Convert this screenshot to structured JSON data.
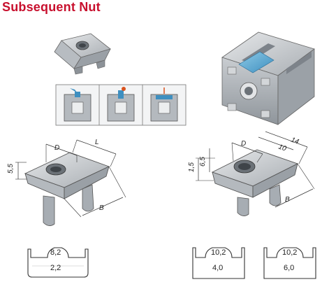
{
  "title": "Subsequent Nut",
  "left_drawing": {
    "dims": [
      "5,5",
      "D",
      "L",
      "B"
    ]
  },
  "right_drawing": {
    "dims": [
      "1,5",
      "6,5",
      "D",
      "10",
      "14",
      "B"
    ]
  },
  "profiles": [
    {
      "top": "8,2",
      "bottom": "2,2"
    },
    {
      "top": "10,2",
      "bottom": "4,0"
    },
    {
      "top": "10,2",
      "bottom": "6,0"
    }
  ]
}
